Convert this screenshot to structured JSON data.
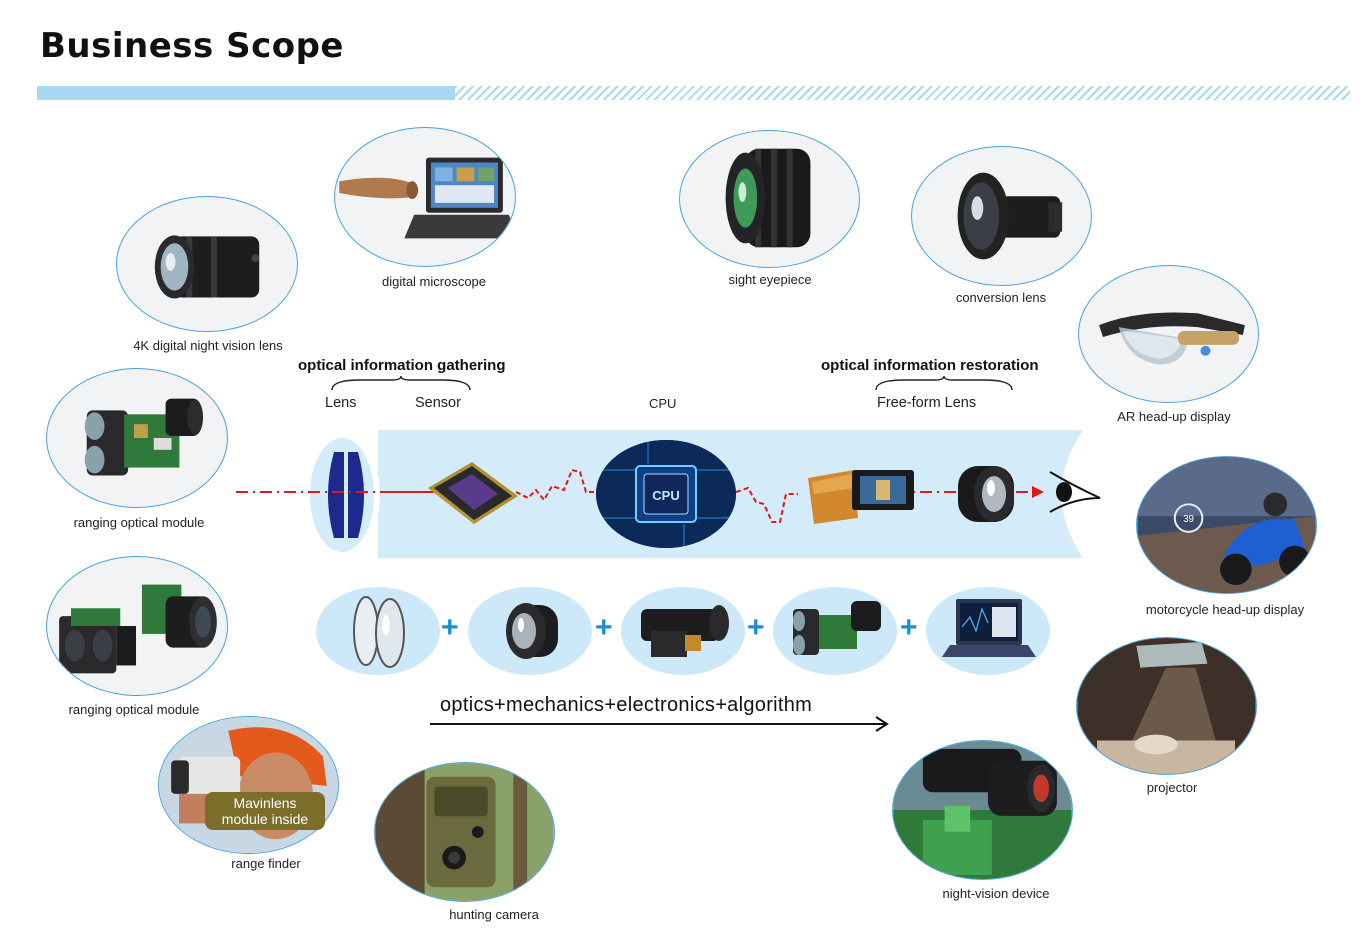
{
  "title": "Business Scope",
  "products": {
    "night_vision_lens": "4K digital night vision lens",
    "digital_microscope": "digital microscope",
    "sight_eyepiece": "sight eyepiece",
    "conversion_lens": "conversion lens",
    "ar_display": "AR head-up display",
    "ranging_module_1": "ranging optical module",
    "ranging_module_2": "ranging optical module",
    "motorcycle_display": "motorcycle head-up display",
    "projector": "projector",
    "range_finder": "range finder",
    "hunting_camera": "hunting camera",
    "night_vision_device": "night-vision device"
  },
  "badge": {
    "line1": "Mavinlens",
    "line2": "module inside"
  },
  "hud_readout": "39",
  "process": {
    "gathering_title": "optical information gathering",
    "restoration_title": "optical information restoration",
    "lens": "Lens",
    "sensor": "Sensor",
    "cpu": "CPU",
    "freeform": "Free-form Lens",
    "chip_text": "CPU"
  },
  "formula": "optics+mechanics+electronics+algorithm",
  "plus_sign": "+",
  "colors": {
    "accent_blue": "#a8d8f2",
    "oval_border": "#4aa3dc",
    "pipe": "#d4ecfa",
    "signal_red": "#e01818",
    "plus": "#1a8fd6",
    "lens_navy": "#1b2a8c"
  }
}
